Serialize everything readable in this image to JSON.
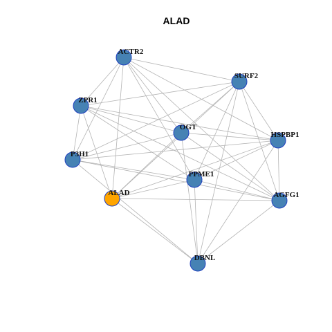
{
  "title": "ALAD",
  "colors": {
    "node_default": "#4682b4",
    "node_highlight": "#ffa500",
    "node_border": "#1f3fbf",
    "edge": "#b3b3b3"
  },
  "nodes": [
    {
      "id": "ACTR2",
      "label": "ACTR2",
      "highlight": false
    },
    {
      "id": "SURF2",
      "label": "SURF2",
      "highlight": false
    },
    {
      "id": "ZPR1",
      "label": "ZPR1",
      "highlight": false
    },
    {
      "id": "OGT",
      "label": "OGT",
      "highlight": false
    },
    {
      "id": "HSPBP1",
      "label": "HSPBP1",
      "highlight": false
    },
    {
      "id": "P3H1",
      "label": "P3H1",
      "highlight": false
    },
    {
      "id": "PPME1",
      "label": "PPME1",
      "highlight": false
    },
    {
      "id": "ALAD",
      "label": "ALAD",
      "highlight": true
    },
    {
      "id": "AGFG1",
      "label": "AGFG1",
      "highlight": false
    },
    {
      "id": "DBNL",
      "label": "DBNL",
      "highlight": false
    }
  ],
  "edges": [
    [
      "ACTR2",
      "SURF2"
    ],
    [
      "ACTR2",
      "ZPR1"
    ],
    [
      "ACTR2",
      "OGT"
    ],
    [
      "ACTR2",
      "HSPBP1"
    ],
    [
      "ACTR2",
      "P3H1"
    ],
    [
      "ACTR2",
      "PPME1"
    ],
    [
      "ACTR2",
      "ALAD"
    ],
    [
      "ACTR2",
      "AGFG1"
    ],
    [
      "SURF2",
      "ZPR1"
    ],
    [
      "SURF2",
      "OGT"
    ],
    [
      "SURF2",
      "HSPBP1"
    ],
    [
      "SURF2",
      "P3H1"
    ],
    [
      "SURF2",
      "PPME1"
    ],
    [
      "SURF2",
      "ALAD"
    ],
    [
      "SURF2",
      "AGFG1"
    ],
    [
      "SURF2",
      "DBNL"
    ],
    [
      "ZPR1",
      "OGT"
    ],
    [
      "ZPR1",
      "HSPBP1"
    ],
    [
      "ZPR1",
      "P3H1"
    ],
    [
      "ZPR1",
      "PPME1"
    ],
    [
      "ZPR1",
      "ALAD"
    ],
    [
      "ZPR1",
      "AGFG1"
    ],
    [
      "OGT",
      "HSPBP1"
    ],
    [
      "OGT",
      "P3H1"
    ],
    [
      "OGT",
      "ALAD"
    ],
    [
      "OGT",
      "AGFG1"
    ],
    [
      "OGT",
      "DBNL"
    ],
    [
      "HSPBP1",
      "P3H1"
    ],
    [
      "HSPBP1",
      "PPME1"
    ],
    [
      "HSPBP1",
      "ALAD"
    ],
    [
      "HSPBP1",
      "AGFG1"
    ],
    [
      "HSPBP1",
      "DBNL"
    ],
    [
      "P3H1",
      "PPME1"
    ],
    [
      "P3H1",
      "AGFG1"
    ],
    [
      "P3H1",
      "DBNL"
    ],
    [
      "PPME1",
      "ALAD"
    ],
    [
      "PPME1",
      "AGFG1"
    ],
    [
      "PPME1",
      "DBNL"
    ],
    [
      "ALAD",
      "AGFG1"
    ],
    [
      "ALAD",
      "DBNL"
    ],
    [
      "AGFG1",
      "DBNL"
    ]
  ]
}
